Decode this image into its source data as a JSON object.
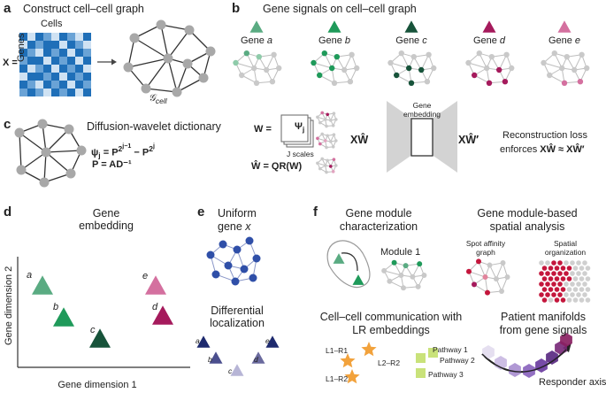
{
  "panels": {
    "a": {
      "letter": "a",
      "title": "Construct cell–cell graph",
      "cells_label": "Cells",
      "genes_label": "Genes",
      "x_label": "X =",
      "graph_label": "𝒢",
      "graph_label_sub": "cell"
    },
    "b": {
      "letter": "b",
      "title": "Gene signals on cell–cell graph",
      "genes": [
        {
          "prefix": "Gene ",
          "name": "a",
          "color": "#5aab82"
        },
        {
          "prefix": "Gene ",
          "name": "b",
          "color": "#1f9a5a"
        },
        {
          "prefix": "Gene ",
          "name": "c",
          "color": "#17533a"
        },
        {
          "prefix": "Gene ",
          "name": "d",
          "color": "#a51a5c"
        },
        {
          "prefix": "Gene ",
          "name": "e",
          "color": "#d4709f"
        }
      ]
    },
    "c": {
      "letter": "c",
      "title": "Diffusion-wavelet dictionary",
      "eq1": "ψj = P^(2^(j−1)) − P^(2^j)",
      "eq2": "P = AD⁻¹",
      "w_label": "W =",
      "psi_label": "Ψj",
      "scales_label": "J scales",
      "w_hat_label": "Ŵ = QR(W)",
      "xw_left": "XŴ",
      "embedding_label_1": "Gene",
      "embedding_label_2": "embedding",
      "xw_right": "XŴ′",
      "loss_title": "Reconstruction loss",
      "loss_text_prefix": "enforces ",
      "loss_text_eq": "XŴ ≈ XŴ′"
    },
    "d": {
      "letter": "d",
      "title_1": "Gene",
      "title_2": "embedding",
      "xlabel": "Gene dimension 1",
      "ylabel": "Gene dimension 2",
      "points": [
        {
          "label": "a",
          "color": "#5aab82"
        },
        {
          "label": "b",
          "color": "#1f9a5a"
        },
        {
          "label": "c",
          "color": "#17533a"
        },
        {
          "label": "d",
          "color": "#a51a5c"
        },
        {
          "label": "e",
          "color": "#d4709f"
        }
      ]
    },
    "e": {
      "letter": "e",
      "uniform_1": "Uniform",
      "uniform_2": "gene x",
      "diff_1": "Differential",
      "diff_2": "localization",
      "tri_labels": [
        "a",
        "b",
        "c",
        "d",
        "e"
      ]
    },
    "f": {
      "letter": "f",
      "module_title_1": "Gene module",
      "module_title_2": "characterization",
      "module_label": "Module 1",
      "spatial_title_1": "Gene module-based",
      "spatial_title_2": "spatial analysis",
      "spot_label_1": "Spot affinity",
      "spot_label_2": "graph",
      "spatial_org_1": "Spatial",
      "spatial_org_2": "organization",
      "ccc_title_1": "Cell–cell communication with",
      "ccc_title_2": "LR embeddings",
      "lr_labels": [
        "L1–R1",
        "L2–R2",
        "L1–R2"
      ],
      "pathways": [
        "Pathway 1",
        "Pathway 2",
        "Pathway 3"
      ],
      "patient_title_1": "Patient manifolds",
      "patient_title_2": "from gene signals",
      "responder_label": "Responder axis"
    }
  },
  "colors": {
    "matrix_dark": "#1f6fb8",
    "matrix_mid": "#6aa3d6",
    "matrix_light": "#cfe2f3",
    "node_gray": "#c9c9c9",
    "node_dark": "#a8a8a8",
    "node_blue": "#2f4fa8",
    "star": "#f2a23c",
    "square": "#c9e27a",
    "hex": "#5a2a82",
    "red": "#c4163c"
  }
}
